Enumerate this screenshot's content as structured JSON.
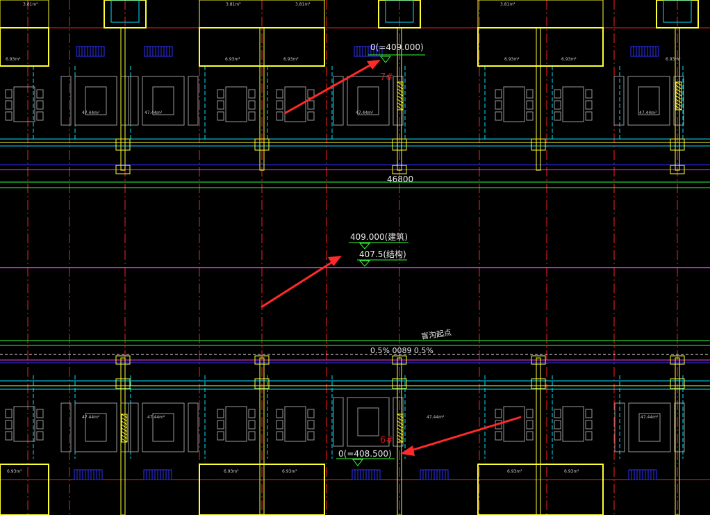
{
  "colors": {
    "background": "#000000",
    "axis_red": "#ff2020",
    "wall_yellow": "#ffff33",
    "cyan": "#00e5ff",
    "green": "#33ff33",
    "magenta": "#ff33ff",
    "blue": "#3030ff",
    "furniture_grey": "#9a9a9a",
    "arrow_red": "#ff2a2a",
    "text_white": "#e8e8e8"
  },
  "annotations": {
    "top_elev": "0(=409.000)",
    "top_unit_mark": "7#",
    "dim_total": "46800",
    "mid_elev_arch": "409.000(建筑)",
    "mid_elev_struct": "407.5(结构)",
    "trench_start": "盲沟起点",
    "slope_text": "0.5% 0089 0.5%",
    "bottom_unit_mark": "6#",
    "bottom_elev": "0(=408.500)"
  },
  "room_labels": {
    "top_small": [
      "3.81m²",
      "3.81m²",
      "3.81m²",
      "3.81m²"
    ],
    "top_kitchen": [
      "6.93m²",
      "6.93m²",
      "6.93m²",
      "6.93m²",
      "6.93m²",
      "6.93m²"
    ],
    "top_living": [
      "47.44m²",
      "47.44m²",
      "47.44m²",
      "47.44m²"
    ],
    "bottom_living": [
      "47.44m²",
      "47.44m²",
      "47.44m²",
      "47.44m²"
    ],
    "bottom_kitchen": [
      "6.93m²",
      "6.93m²",
      "6.93m²",
      "6.93m²",
      "6.93m²"
    ]
  }
}
